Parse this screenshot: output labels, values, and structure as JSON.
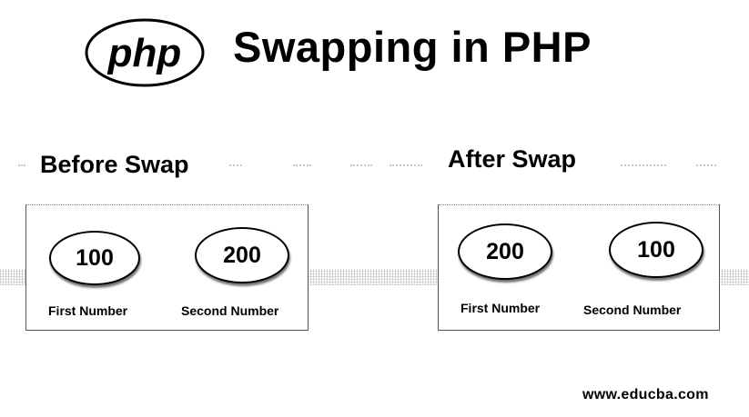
{
  "header": {
    "logo_text": "php",
    "title": "Swapping in PHP"
  },
  "before": {
    "heading": "Before Swap",
    "first": {
      "value": "100",
      "label": "First Number"
    },
    "second": {
      "value": "200",
      "label": "Second Number"
    }
  },
  "after": {
    "heading": "After Swap",
    "first": {
      "value": "200",
      "label": "First Number"
    },
    "second": {
      "value": "100",
      "label": "Second Number"
    }
  },
  "footer": {
    "site": "www.educba.com"
  }
}
